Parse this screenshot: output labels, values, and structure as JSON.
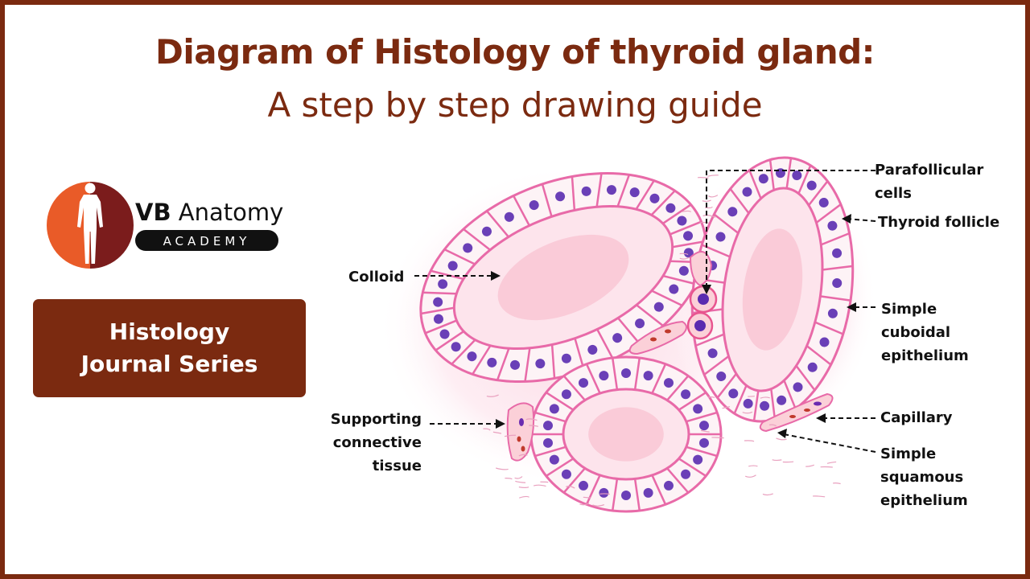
{
  "title": {
    "line1": "Diagram of Histology of thyroid gland:",
    "line2": "A step by step drawing guide"
  },
  "logo": {
    "brand": "VB Anatomy",
    "sub": "ACADEMY",
    "colors": {
      "orange": "#e95b28",
      "maroon": "#7b1c1c",
      "black": "#111111"
    }
  },
  "series_badge": {
    "line1": "Histology",
    "line2": "Journal Series"
  },
  "labels": {
    "parafollicular": [
      "Parafollicular",
      "cells"
    ],
    "thyroid_follicle": [
      "Thyroid follicle"
    ],
    "colloid": [
      "Colloid"
    ],
    "simple_cuboidal": [
      "Simple",
      "cuboidal",
      "epithelium"
    ],
    "capillary": [
      "Capillary"
    ],
    "supporting": [
      "Supporting",
      "connective",
      "tissue"
    ],
    "simple_squamous": [
      "Simple",
      "squamous",
      "epithelium"
    ]
  },
  "colors": {
    "frame": "#7b2a10",
    "cell_membrane": "#e86aa8",
    "nucleus": "#5a2bb0",
    "colloid": "#f7b6c9"
  }
}
